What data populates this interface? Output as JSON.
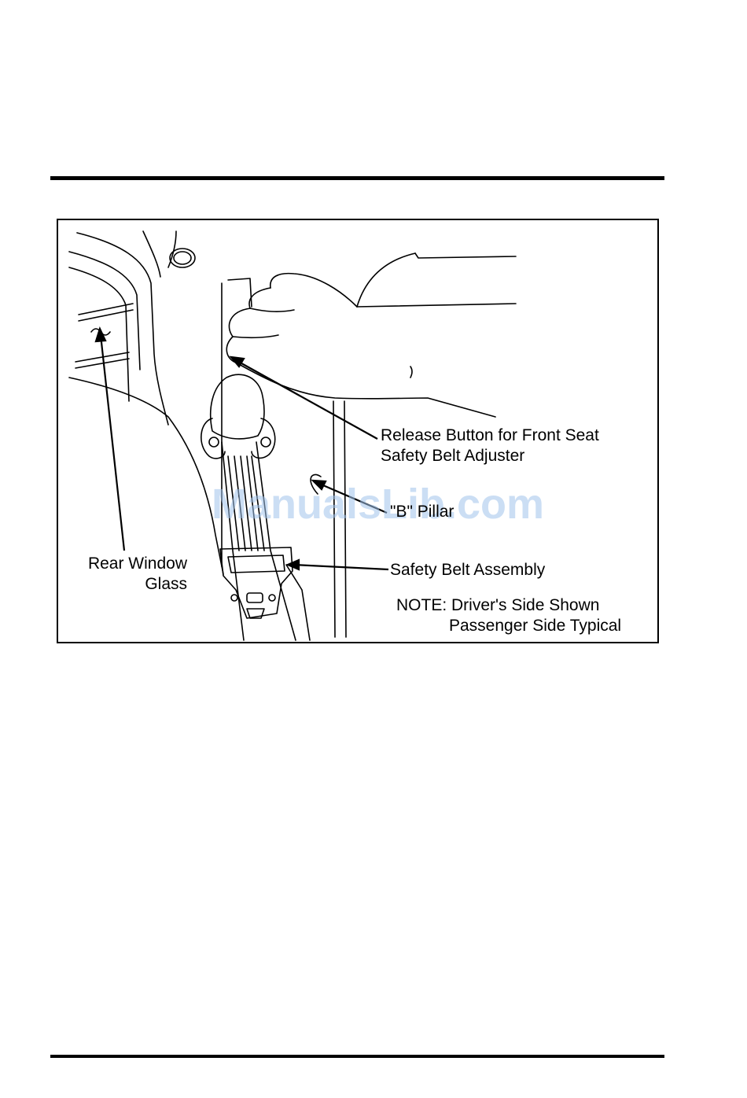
{
  "figure": {
    "callouts": {
      "release_line1": "Release Button for Front Seat",
      "release_line2": "Safety Belt Adjuster",
      "b_pillar": "\"B\" Pillar",
      "rear_window_line1": "Rear Window",
      "rear_window_line2": "Glass",
      "belt_assembly": "Safety Belt Assembly",
      "note_line1": "NOTE: Driver's Side Shown",
      "note_line2": "Passenger Side Typical"
    },
    "watermark": "ManualsLib.com"
  }
}
